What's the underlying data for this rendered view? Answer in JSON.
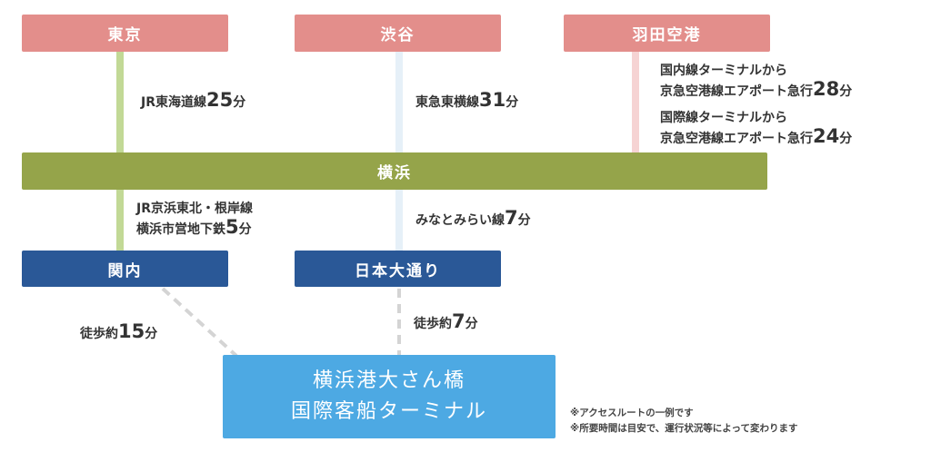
{
  "origins": {
    "tokyo": "東京",
    "shibuya": "渋谷",
    "haneda": "羽田空港"
  },
  "hub": "横浜",
  "stations": {
    "kannai": "関内",
    "nihon_odori": "日本大通り"
  },
  "destination": {
    "line1": "横浜港大さん橋",
    "line2": "国際客船ターミナル"
  },
  "routes": {
    "tokyo": {
      "text": "JR東海道線",
      "num": "25",
      "unit": "分"
    },
    "shibuya": {
      "text": "東急東横線",
      "num": "31",
      "unit": "分"
    },
    "haneda_domestic": {
      "line1": "国内線ターミナルから",
      "text": "京急空港線エアポート急行",
      "num": "28",
      "unit": "分"
    },
    "haneda_intl": {
      "line1": "国際線ターミナルから",
      "text": "京急空港線エアポート急行",
      "num": "24",
      "unit": "分"
    },
    "kannai": {
      "line1": "JR京浜東北・根岸線",
      "text": "横浜市営地下鉄",
      "num": "5",
      "unit": "分"
    },
    "minatomirai": {
      "text": "みなとみらい線",
      "num": "7",
      "unit": "分"
    },
    "walk_kannai": {
      "text": "徒歩約",
      "num": "15",
      "unit": "分"
    },
    "walk_nihon": {
      "text": "徒歩約",
      "num": "7",
      "unit": "分"
    }
  },
  "notes": [
    "※アクセスルートの一例です",
    "※所要時間は目安で、運行状況等によって変わります"
  ],
  "colors": {
    "origin": "#e38e8b",
    "hub": "#95a44a",
    "station": "#2a5897",
    "destination": "#4da9e3",
    "jr_line": "#c2d996",
    "tokyu_line": "#e6f0f8",
    "keikyu_line": "#f6d3d3",
    "walk": "#d4d4d4"
  }
}
